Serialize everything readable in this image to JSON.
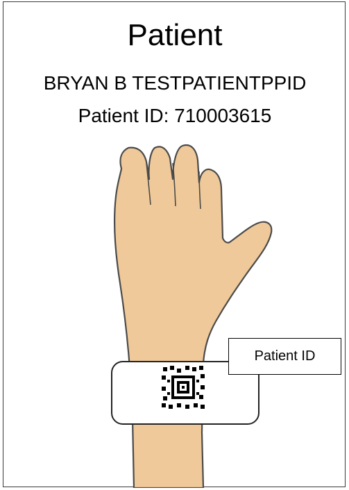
{
  "card": {
    "heading": "Patient",
    "patient_name": "BRYAN B TESTPATIENTPPID",
    "patient_id_line": "Patient ID: 710003615",
    "wristband_label": "Patient ID"
  },
  "colors": {
    "skin": "#EFC999",
    "outline": "#4a4a4a",
    "border": "#3a3a3a"
  },
  "icons": {
    "hand": "hand-illustration",
    "barcode": "datamatrix-barcode-icon"
  }
}
